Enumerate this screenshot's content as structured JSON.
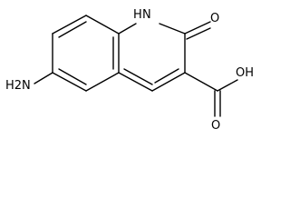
{
  "molecule": {
    "atom_labels": {
      "nh": "NH",
      "ring_nh": "H",
      "ring_n": "N",
      "carbonyl_o": "O",
      "oh": "OH",
      "acid_o": "O",
      "amine": "H2N"
    },
    "colors": {
      "bond": "#000000",
      "text": "#000000",
      "background": "#ffffff"
    }
  }
}
